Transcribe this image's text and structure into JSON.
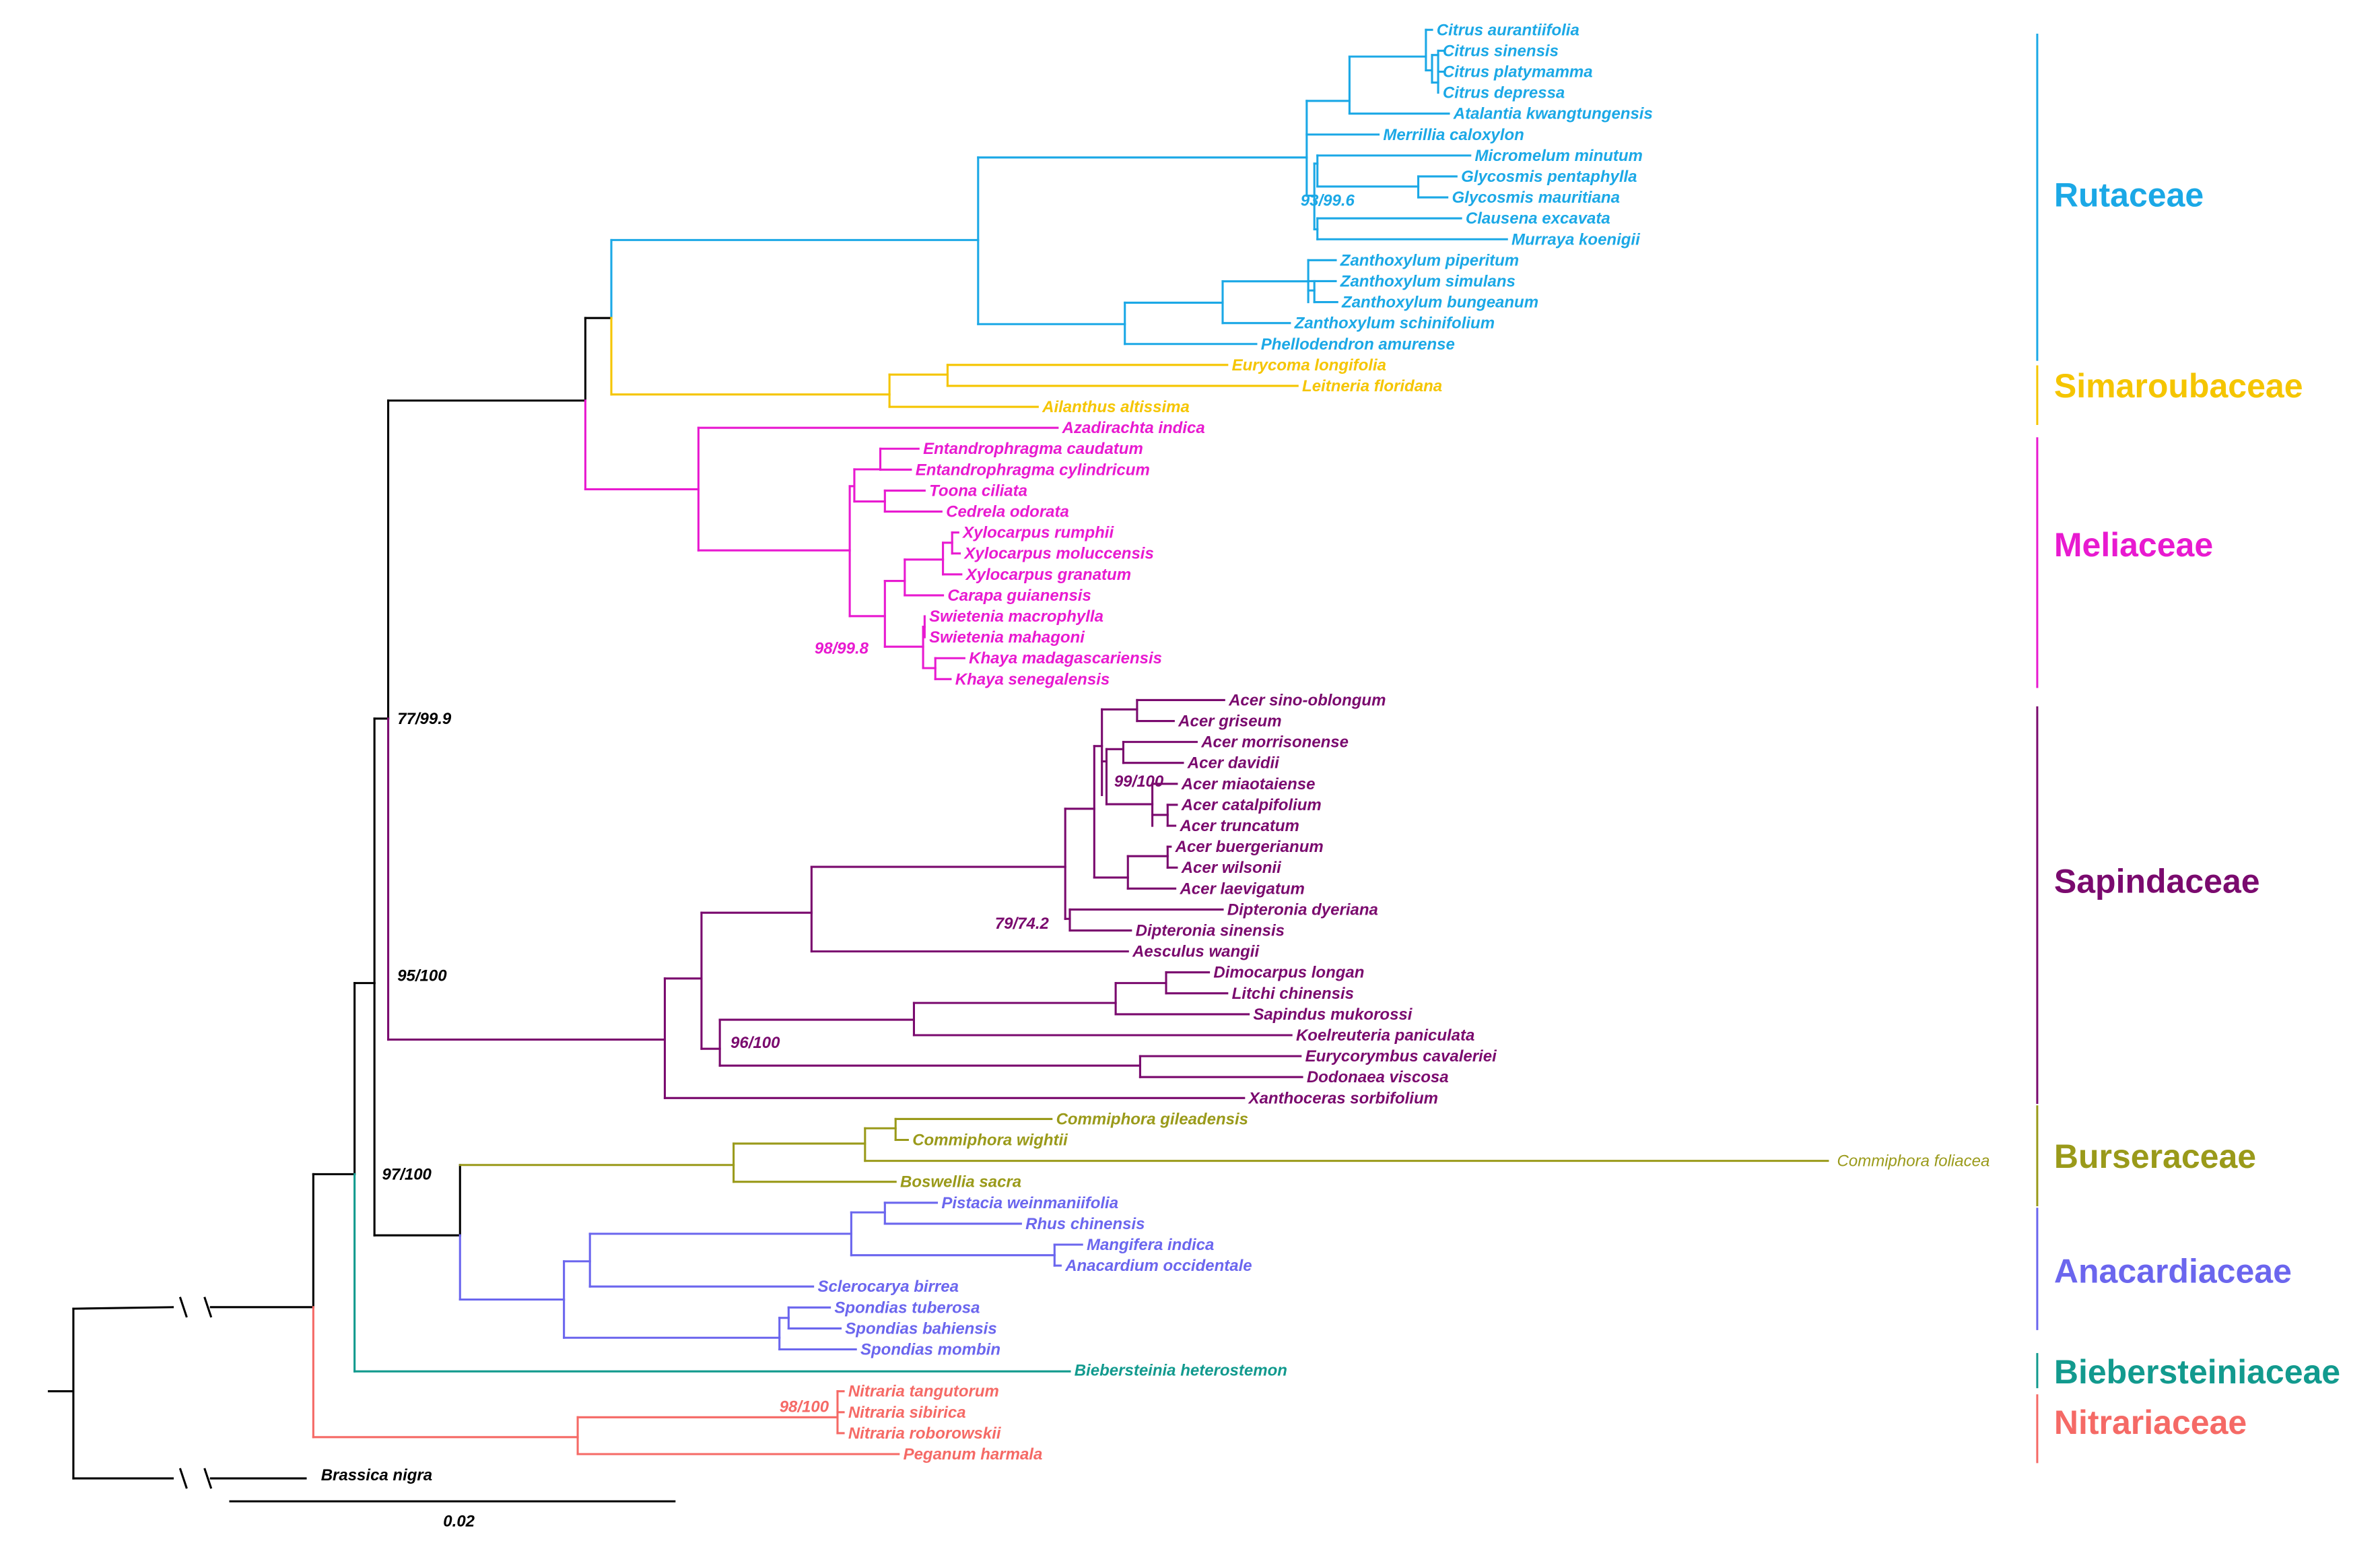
{
  "colors": {
    "root": "#000000",
    "Rutaceae": "#1ba8e6",
    "Simaroubaceae": "#f5c500",
    "Meliaceae": "#e81ad0",
    "Sapindaceae": "#7a0a6e",
    "Burseraceae": "#9a9a1a",
    "Anacardiaceae": "#6b66ee",
    "Biebersteiniaceae": "#129a8e",
    "Nitrariaceae": "#f56a66"
  },
  "families": [
    {
      "name": "Rutaceae",
      "key": "Rutaceae"
    },
    {
      "name": "Simaroubaceae",
      "key": "Simaroubaceae"
    },
    {
      "name": "Meliaceae",
      "key": "Meliaceae"
    },
    {
      "name": "Sapindaceae",
      "key": "Sapindaceae"
    },
    {
      "name": "Burseraceae",
      "key": "Burseraceae"
    },
    {
      "name": "Anacardiaceae",
      "key": "Anacardiaceae"
    },
    {
      "name": "Biebersteiniaceae",
      "key": "Biebersteiniaceae"
    },
    {
      "name": "Nitrariaceae",
      "key": "Nitrariaceae"
    }
  ],
  "taxa": [
    {
      "name": "Citrus aurantiifolia",
      "family": "Rutaceae"
    },
    {
      "name": "Citrus sinensis",
      "family": "Rutaceae"
    },
    {
      "name": "Citrus platymamma",
      "family": "Rutaceae"
    },
    {
      "name": "Citrus depressa",
      "family": "Rutaceae"
    },
    {
      "name": "Atalantia kwangtungensis",
      "family": "Rutaceae"
    },
    {
      "name": "Merrillia caloxylon",
      "family": "Rutaceae"
    },
    {
      "name": "Micromelum minutum",
      "family": "Rutaceae"
    },
    {
      "name": "Glycosmis pentaphylla",
      "family": "Rutaceae"
    },
    {
      "name": "Glycosmis mauritiana",
      "family": "Rutaceae"
    },
    {
      "name": "Clausena excavata",
      "family": "Rutaceae"
    },
    {
      "name": "Murraya koenigii",
      "family": "Rutaceae"
    },
    {
      "name": "Zanthoxylum piperitum",
      "family": "Rutaceae"
    },
    {
      "name": "Zanthoxylum simulans",
      "family": "Rutaceae"
    },
    {
      "name": "Zanthoxylum bungeanum",
      "family": "Rutaceae"
    },
    {
      "name": "Zanthoxylum schinifolium",
      "family": "Rutaceae"
    },
    {
      "name": "Phellodendron amurense",
      "family": "Rutaceae"
    },
    {
      "name": "Eurycoma longifolia",
      "family": "Simaroubaceae"
    },
    {
      "name": "Leitneria floridana",
      "family": "Simaroubaceae"
    },
    {
      "name": "Ailanthus altissima",
      "family": "Simaroubaceae"
    },
    {
      "name": "Azadirachta indica",
      "family": "Meliaceae"
    },
    {
      "name": "Entandrophragma caudatum",
      "family": "Meliaceae"
    },
    {
      "name": "Entandrophragma cylindricum",
      "family": "Meliaceae"
    },
    {
      "name": "Toona ciliata",
      "family": "Meliaceae"
    },
    {
      "name": "Cedrela odorata",
      "family": "Meliaceae"
    },
    {
      "name": "Xylocarpus rumphii",
      "family": "Meliaceae"
    },
    {
      "name": "Xylocarpus moluccensis",
      "family": "Meliaceae"
    },
    {
      "name": "Xylocarpus granatum",
      "family": "Meliaceae"
    },
    {
      "name": "Carapa guianensis",
      "family": "Meliaceae"
    },
    {
      "name": "Swietenia macrophylla",
      "family": "Meliaceae"
    },
    {
      "name": "Swietenia mahagoni",
      "family": "Meliaceae"
    },
    {
      "name": "Khaya madagascariensis",
      "family": "Meliaceae"
    },
    {
      "name": "Khaya senegalensis",
      "family": "Meliaceae"
    },
    {
      "name": "Acer sino-oblongum",
      "family": "Sapindaceae"
    },
    {
      "name": "Acer griseum",
      "family": "Sapindaceae"
    },
    {
      "name": "Acer morrisonense",
      "family": "Sapindaceae"
    },
    {
      "name": "Acer davidii",
      "family": "Sapindaceae"
    },
    {
      "name": "Acer miaotaiense",
      "family": "Sapindaceae"
    },
    {
      "name": "Acer catalpifolium",
      "family": "Sapindaceae"
    },
    {
      "name": "Acer truncatum",
      "family": "Sapindaceae"
    },
    {
      "name": "Acer buergerianum",
      "family": "Sapindaceae"
    },
    {
      "name": "Acer wilsonii",
      "family": "Sapindaceae"
    },
    {
      "name": "Acer laevigatum",
      "family": "Sapindaceae"
    },
    {
      "name": "Dipteronia dyeriana",
      "family": "Sapindaceae"
    },
    {
      "name": "Dipteronia sinensis",
      "family": "Sapindaceae"
    },
    {
      "name": "Aesculus wangii",
      "family": "Sapindaceae"
    },
    {
      "name": "Dimocarpus longan",
      "family": "Sapindaceae"
    },
    {
      "name": "Litchi chinensis",
      "family": "Sapindaceae"
    },
    {
      "name": "Sapindus mukorossi",
      "family": "Sapindaceae"
    },
    {
      "name": "Koelreuteria paniculata",
      "family": "Sapindaceae"
    },
    {
      "name": "Eurycorymbus cavaleriei",
      "family": "Sapindaceae"
    },
    {
      "name": "Dodonaea viscosa",
      "family": "Sapindaceae"
    },
    {
      "name": "Xanthoceras sorbifolium",
      "family": "Sapindaceae"
    },
    {
      "name": "Commiphora gileadensis",
      "family": "Burseraceae"
    },
    {
      "name": "Commiphora wightii",
      "family": "Burseraceae"
    },
    {
      "name": "Commiphora foliacea",
      "family": "Burseraceae"
    },
    {
      "name": "Boswellia sacra",
      "family": "Burseraceae"
    },
    {
      "name": "Pistacia weinmaniifolia",
      "family": "Anacardiaceae"
    },
    {
      "name": "Rhus chinensis",
      "family": "Anacardiaceae"
    },
    {
      "name": "Mangifera indica",
      "family": "Anacardiaceae"
    },
    {
      "name": "Anacardium occidentale",
      "family": "Anacardiaceae"
    },
    {
      "name": "Sclerocarya birrea",
      "family": "Anacardiaceae"
    },
    {
      "name": "Spondias tuberosa",
      "family": "Anacardiaceae"
    },
    {
      "name": "Spondias bahiensis",
      "family": "Anacardiaceae"
    },
    {
      "name": "Spondias mombin",
      "family": "Anacardiaceae"
    },
    {
      "name": "Biebersteinia heterostemon",
      "family": "Biebersteiniaceae"
    },
    {
      "name": "Nitraria tangutorum",
      "family": "Nitrariaceae"
    },
    {
      "name": "Nitraria sibirica",
      "family": "Nitrariaceae"
    },
    {
      "name": "Nitraria roborowskii",
      "family": "Nitrariaceae"
    },
    {
      "name": "Peganum harmala",
      "family": "Nitrariaceae"
    },
    {
      "name": "Brassica nigra",
      "family": "root"
    }
  ],
  "support_values": [
    {
      "label": "93/99.6",
      "family": "Rutaceae"
    },
    {
      "label": "98/99.8",
      "family": "Meliaceae"
    },
    {
      "label": "77/99.9",
      "family": "root"
    },
    {
      "label": "99/100",
      "family": "Sapindaceae"
    },
    {
      "label": "79/74.2",
      "family": "Sapindaceae"
    },
    {
      "label": "95/100",
      "family": "root"
    },
    {
      "label": "96/100",
      "family": "Sapindaceae"
    },
    {
      "label": "97/100",
      "family": "root"
    },
    {
      "label": "98/100",
      "family": "Nitrariaceae"
    }
  ],
  "scale_bar": {
    "label": "0.02"
  }
}
